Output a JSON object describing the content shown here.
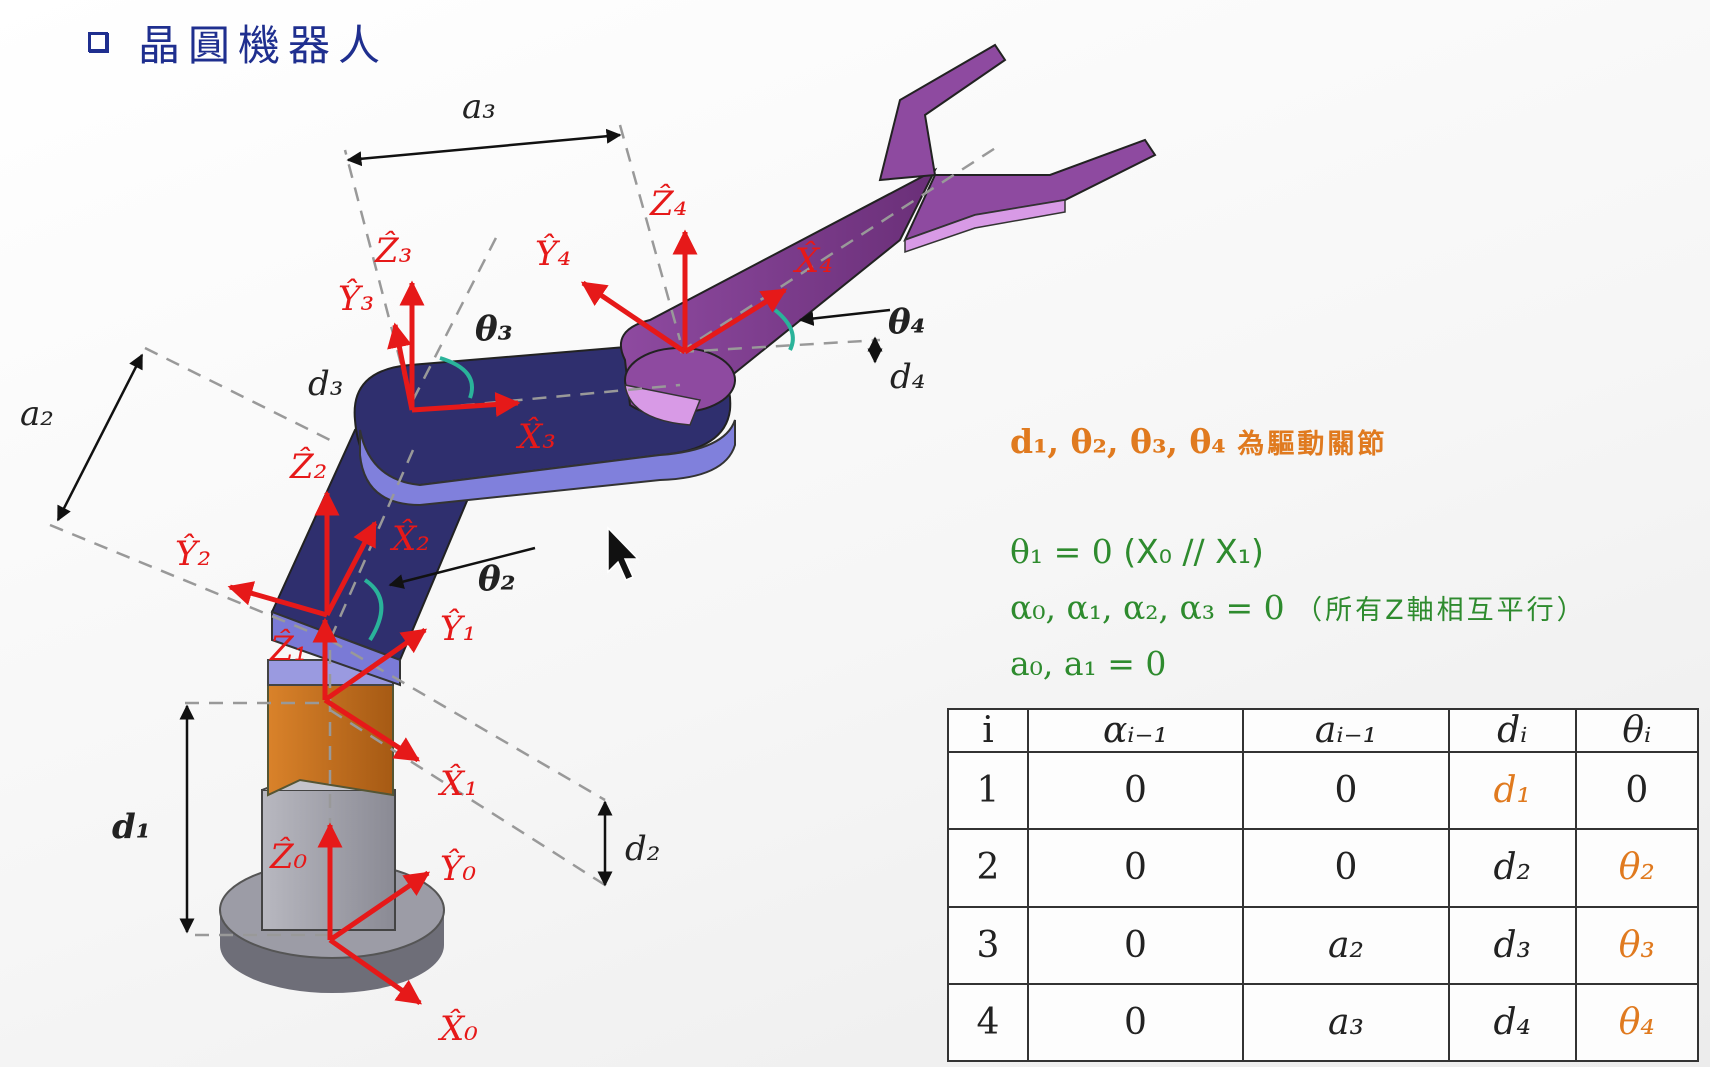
{
  "slide": {
    "title": "晶圓機器人"
  },
  "diagram": {
    "labels": {
      "a3": "a₃",
      "a2": "a₂",
      "d1": "d₁",
      "d2": "d₂",
      "d3": "d₃",
      "d4": "d₄",
      "theta2": "θ₂",
      "theta3": "θ₃",
      "theta4": "θ₄",
      "z0": "Ẑ₀",
      "y0": "Ŷ₀",
      "x0": "X̂₀",
      "x1": "X̂₁",
      "y1": "Ŷ₁",
      "z1": "Ẑ₁",
      "z2": "Ẑ₂",
      "y2": "Ŷ₂",
      "x2": "X̂₂",
      "z3": "Ẑ₃",
      "y3": "Ŷ₃",
      "x3": "X̂₃",
      "z4": "Ẑ₄",
      "y4": "Ŷ₄",
      "x4": "X̂₄"
    },
    "colors": {
      "axis": "#e61919",
      "base": "#9d9da6",
      "link1": "#c8711c",
      "link2": "#34347a",
      "link3": "#34347a",
      "gripper": "#7c3c8c",
      "angle": "#2ab39a"
    }
  },
  "notes": {
    "actuated": {
      "vars": "d₁, θ₂, θ₃, θ₄",
      "text": "為驅動關節",
      "color": "#e07a1f"
    },
    "theta1": {
      "math": "θ₁ = 0",
      "paren": "(X₀ // X₁)",
      "color": "#2e8b2e"
    },
    "alpha": {
      "math": "α₀, α₁, α₂, α₃ = 0",
      "text": "（所有Z軸相互平行）",
      "color": "#2e8b2e"
    },
    "a_zero": {
      "math": "a₀, a₁ = 0",
      "color": "#2e8b2e"
    }
  },
  "table": {
    "headers": [
      "i",
      "αᵢ₋₁",
      "aᵢ₋₁",
      "dᵢ",
      "θᵢ"
    ],
    "rows": [
      {
        "i": "1",
        "alpha": "0",
        "a": "0",
        "d": "d₁",
        "theta": "0",
        "d_var": true,
        "theta_var": false
      },
      {
        "i": "2",
        "alpha": "0",
        "a": "0",
        "d": "d₂",
        "theta": "θ₂",
        "d_var": false,
        "theta_var": true
      },
      {
        "i": "3",
        "alpha": "0",
        "a": "a₂",
        "d": "d₃",
        "theta": "θ₃",
        "d_var": false,
        "theta_var": true
      },
      {
        "i": "4",
        "alpha": "0",
        "a": "a₃",
        "d": "d₄",
        "theta": "θ₄",
        "d_var": false,
        "theta_var": true
      }
    ],
    "highlight_color": "#e07a1f"
  }
}
